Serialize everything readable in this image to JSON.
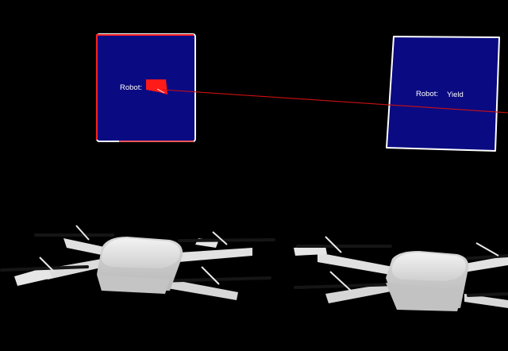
{
  "scene": {
    "background_color": "#000000",
    "panel_color": "#0a0a82",
    "panel_border_color": "#ffffff",
    "highlight_color": "#ff1a1a",
    "laser_color": "#cc0000",
    "drone_body_color": "#e4e4e4",
    "rotor_color": "#1a1a1a"
  },
  "panels": [
    {
      "label": "Robot:",
      "value": "",
      "state": "highlighted",
      "icon": "cursor-pointer-icon"
    },
    {
      "label": "Robot:",
      "value": "Yield",
      "state": "normal"
    }
  ],
  "drones": [
    {
      "name": "left-drone"
    },
    {
      "name": "right-drone"
    }
  ]
}
